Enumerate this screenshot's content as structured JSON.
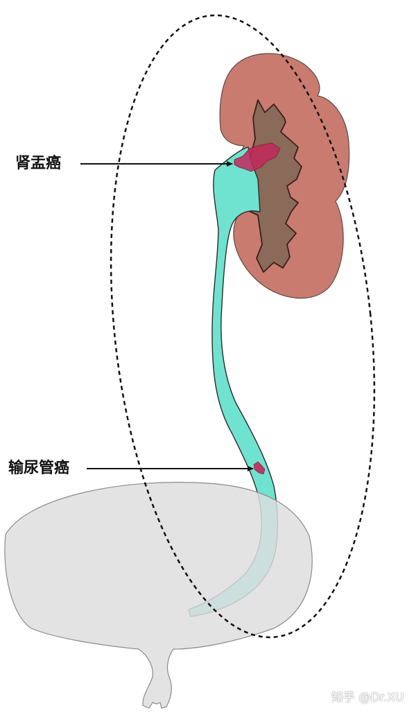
{
  "labels": {
    "renal_pelvis_cancer": "肾盂癌",
    "ureter_cancer": "输尿管癌"
  },
  "watermark": "知乎 @Dr.XU",
  "colors": {
    "kidney_cortex": "#c97b70",
    "renal_pelvis": "#8a6a58",
    "ureter": "#6fe3d0",
    "tumor": "#c0285a",
    "bladder": "#e3e3e3",
    "bladder_outline": "#8a8a8a",
    "dashed_boundary": "#111111"
  }
}
